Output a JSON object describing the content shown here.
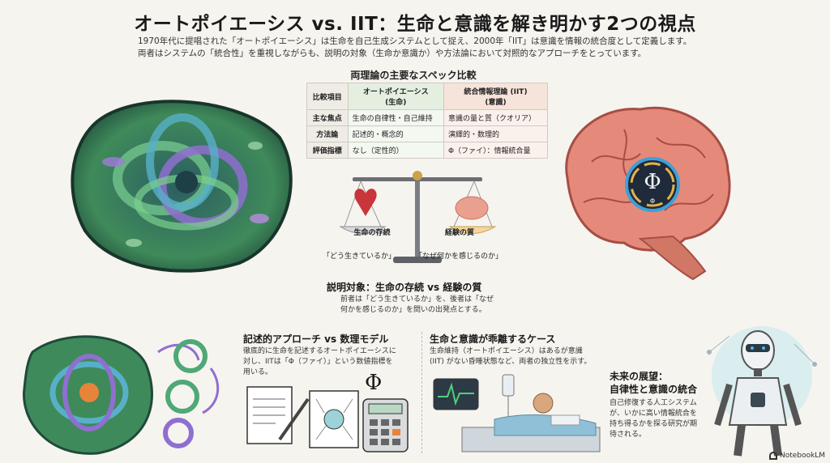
{
  "title": "オートポイエーシス vs. IIT：生命と意識を解き明かす2つの視点",
  "intro": [
    "1970年代に提唱された「オートポイエーシス」は生命を自己生成システムとして捉え、2000年「IIT」は意識を情報の統合度として定義します。",
    "両者はシステムの「統合性」を重視しながらも、説明の対象（生命か意識か）や方法論において対照的なアプローチをとっています。"
  ],
  "table": {
    "title": "両理論の主要なスペック比較",
    "headers": [
      "比較項目",
      "オートポイエーシス\n(生命)",
      "統合情報理論 (IIT)\n(意識)"
    ],
    "rows": [
      [
        "主な焦点",
        "生命の自律性・自己維持",
        "意識の量と質（クオリア）"
      ],
      [
        "方法論",
        "記述的・概念的",
        "演繹的・数理的"
      ],
      [
        "評価指標",
        "なし（定性的）",
        "Φ（ファイ）：情報統合量"
      ]
    ]
  },
  "scale": {
    "left_label": "生命の存続",
    "right_label": "経験の質",
    "left_quote": "「どう生きているか」",
    "right_quote": "「なぜ何かを感じるのか」",
    "heading": "説明対象：生命の存続 vs 経験の質",
    "body": [
      "前者は「どう生きているか」を、後者は「なぜ",
      "何かを感じるのか」を問いの出発点とする。"
    ]
  },
  "brain_symbol": "Φ",
  "brain_symbol_small": "Φ",
  "approach": {
    "heading": "記述的アプローチ vs 数理モデル",
    "body": [
      "徹底的に生命を記述するオートポイエーシスに",
      "対し、IITは「Φ（ファイ）」という数値指標を",
      "用いる。"
    ],
    "phi": "Φ"
  },
  "divergence": {
    "heading": "生命と意識が乖離するケース",
    "body": [
      "生命維持（オートポイエーシス）はあるが意識",
      "(IIT) がない昏睡状態など、両者の独立性を示す。"
    ]
  },
  "future": {
    "heading": [
      "未来の展望：",
      "自律性と意識の統合"
    ],
    "body": [
      "自己修復する人工システム",
      "が、いかに高い情報統合を",
      "持ち得るかを探る研究が期",
      "待される。"
    ]
  },
  "logo": "NotebookLM",
  "colors": {
    "cell_green": "#e4efe0",
    "cell_orange": "#f6e3da",
    "brain": "#e58a7a",
    "cell_blob": "#3f8a5a"
  }
}
